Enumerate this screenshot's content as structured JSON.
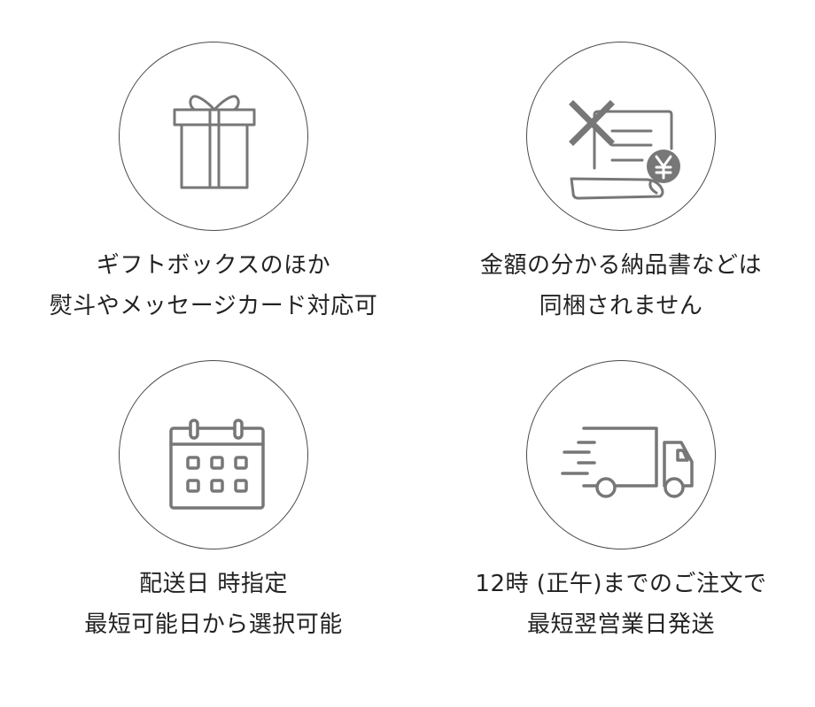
{
  "icon_color": "#777777",
  "circle_color": "#4a4a4a",
  "text_color": "#222222",
  "features": [
    {
      "icon": "gift-box-icon",
      "line1": "ギフトボックスのほか",
      "line2": "熨斗やメッセージカード対応可"
    },
    {
      "icon": "no-invoice-icon",
      "line1": "金額の分かる納品書などは",
      "line2": "同梱されません"
    },
    {
      "icon": "calendar-icon",
      "line1": "配送日 時指定",
      "line2": "最短可能日から選択可能"
    },
    {
      "icon": "delivery-truck-icon",
      "line1": "12時 (正午)までのご注文で",
      "line2": "最短翌営業日発送"
    }
  ]
}
